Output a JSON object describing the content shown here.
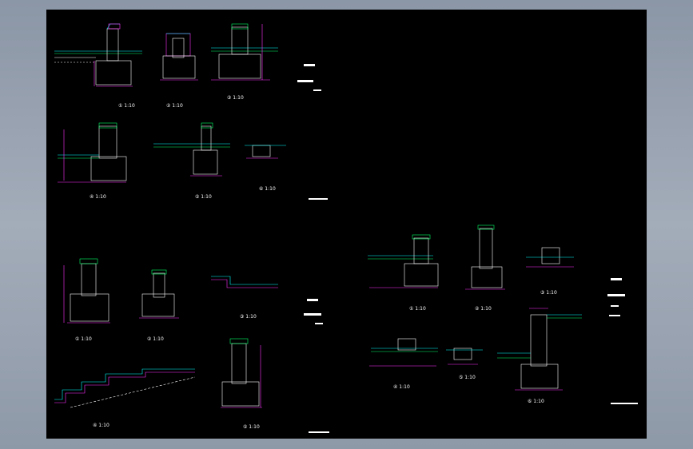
{
  "window": {
    "background_color": "#9aa4b3",
    "canvas_color": "#000000"
  },
  "drawing": {
    "palette": {
      "outline": "#ffffff",
      "dimension": "#ff33ff",
      "waterproof": "#00ffff",
      "accent": "#00ff66",
      "note": "#ffffff"
    },
    "details": [
      {
        "id": "s1-d1",
        "label": "① 1:10"
      },
      {
        "id": "s1-d2",
        "label": "② 1:10"
      },
      {
        "id": "s1-d3",
        "label": "③ 1:10"
      },
      {
        "id": "s1-d4",
        "label": "④ 1:10"
      },
      {
        "id": "s1-d5",
        "label": "⑤ 1:10"
      },
      {
        "id": "s1-d6",
        "label": "⑥ 1:10"
      },
      {
        "id": "s2-d1",
        "label": "① 1:10"
      },
      {
        "id": "s2-d2",
        "label": "② 1:10"
      },
      {
        "id": "s2-d3",
        "label": "③ 1:10"
      },
      {
        "id": "s2-d4",
        "label": "④ 1:10"
      },
      {
        "id": "s2-d5",
        "label": "⑤ 1:10"
      },
      {
        "id": "s3-d1",
        "label": "① 1:10"
      },
      {
        "id": "s3-d2",
        "label": "② 1:10"
      },
      {
        "id": "s3-d3",
        "label": "③ 1:10"
      },
      {
        "id": "s3-d4",
        "label": "④ 1:10"
      },
      {
        "id": "s3-d5",
        "label": "⑤ 1:10"
      },
      {
        "id": "s3-d6",
        "label": "⑥ 1:10"
      }
    ]
  }
}
